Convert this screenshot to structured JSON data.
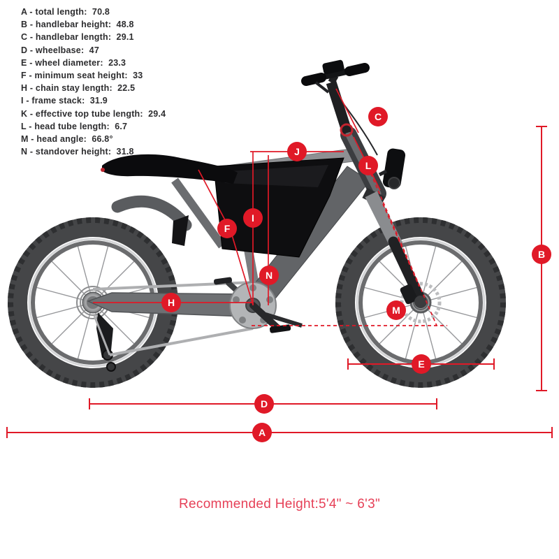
{
  "colors": {
    "accent": "#e01927",
    "footer_text": "#e64057",
    "legend_text": "#2d2d2f"
  },
  "legend": {
    "items": [
      {
        "letter": "A",
        "name": "total length",
        "value": "70.8",
        "label": "A - total length:  70.8"
      },
      {
        "letter": "B",
        "name": "handlebar height",
        "value": "48.8",
        "label": "B - handlebar height:  48.8"
      },
      {
        "letter": "C",
        "name": "handlebar length",
        "value": "29.1",
        "label": "C - handlebar length:  29.1"
      },
      {
        "letter": "D",
        "name": "wheelbase",
        "value": "47",
        "label": "D - wheelbase:  47"
      },
      {
        "letter": "E",
        "name": "wheel diameter",
        "value": "23.3",
        "label": "E - wheel diameter:  23.3"
      },
      {
        "letter": "F",
        "name": "minimum seat height",
        "value": "33",
        "label": "F - minimum seat height:  33"
      },
      {
        "letter": "H",
        "name": "chain stay length",
        "value": "22.5",
        "label": "H - chain stay length:  22.5"
      },
      {
        "letter": "I",
        "name": "frame stack",
        "value": "31.9",
        "label": "I - frame stack:  31.9"
      },
      {
        "letter": "K",
        "name": "effective top tube length",
        "value": "29.4",
        "label": "K - effective top tube length:  29.4"
      },
      {
        "letter": "L",
        "name": "head tube length",
        "value": "6.7",
        "label": "L - head tube length:  6.7"
      },
      {
        "letter": "M",
        "name": "head angle",
        "value": "66.8°",
        "label": "M - head angle:  66.8°"
      },
      {
        "letter": "N",
        "name": "standover height",
        "value": "31.8",
        "label": "N - standover height:  31.8"
      }
    ]
  },
  "markers": {
    "j": "J",
    "c": "C",
    "l": "L",
    "i": "I",
    "f": "F",
    "n": "N",
    "h": "H",
    "m": "M",
    "e": "E",
    "b": "B",
    "d": "D",
    "a": "A"
  },
  "footer": {
    "text": "Recommended Height:5'4\" ~ 6'3\""
  }
}
